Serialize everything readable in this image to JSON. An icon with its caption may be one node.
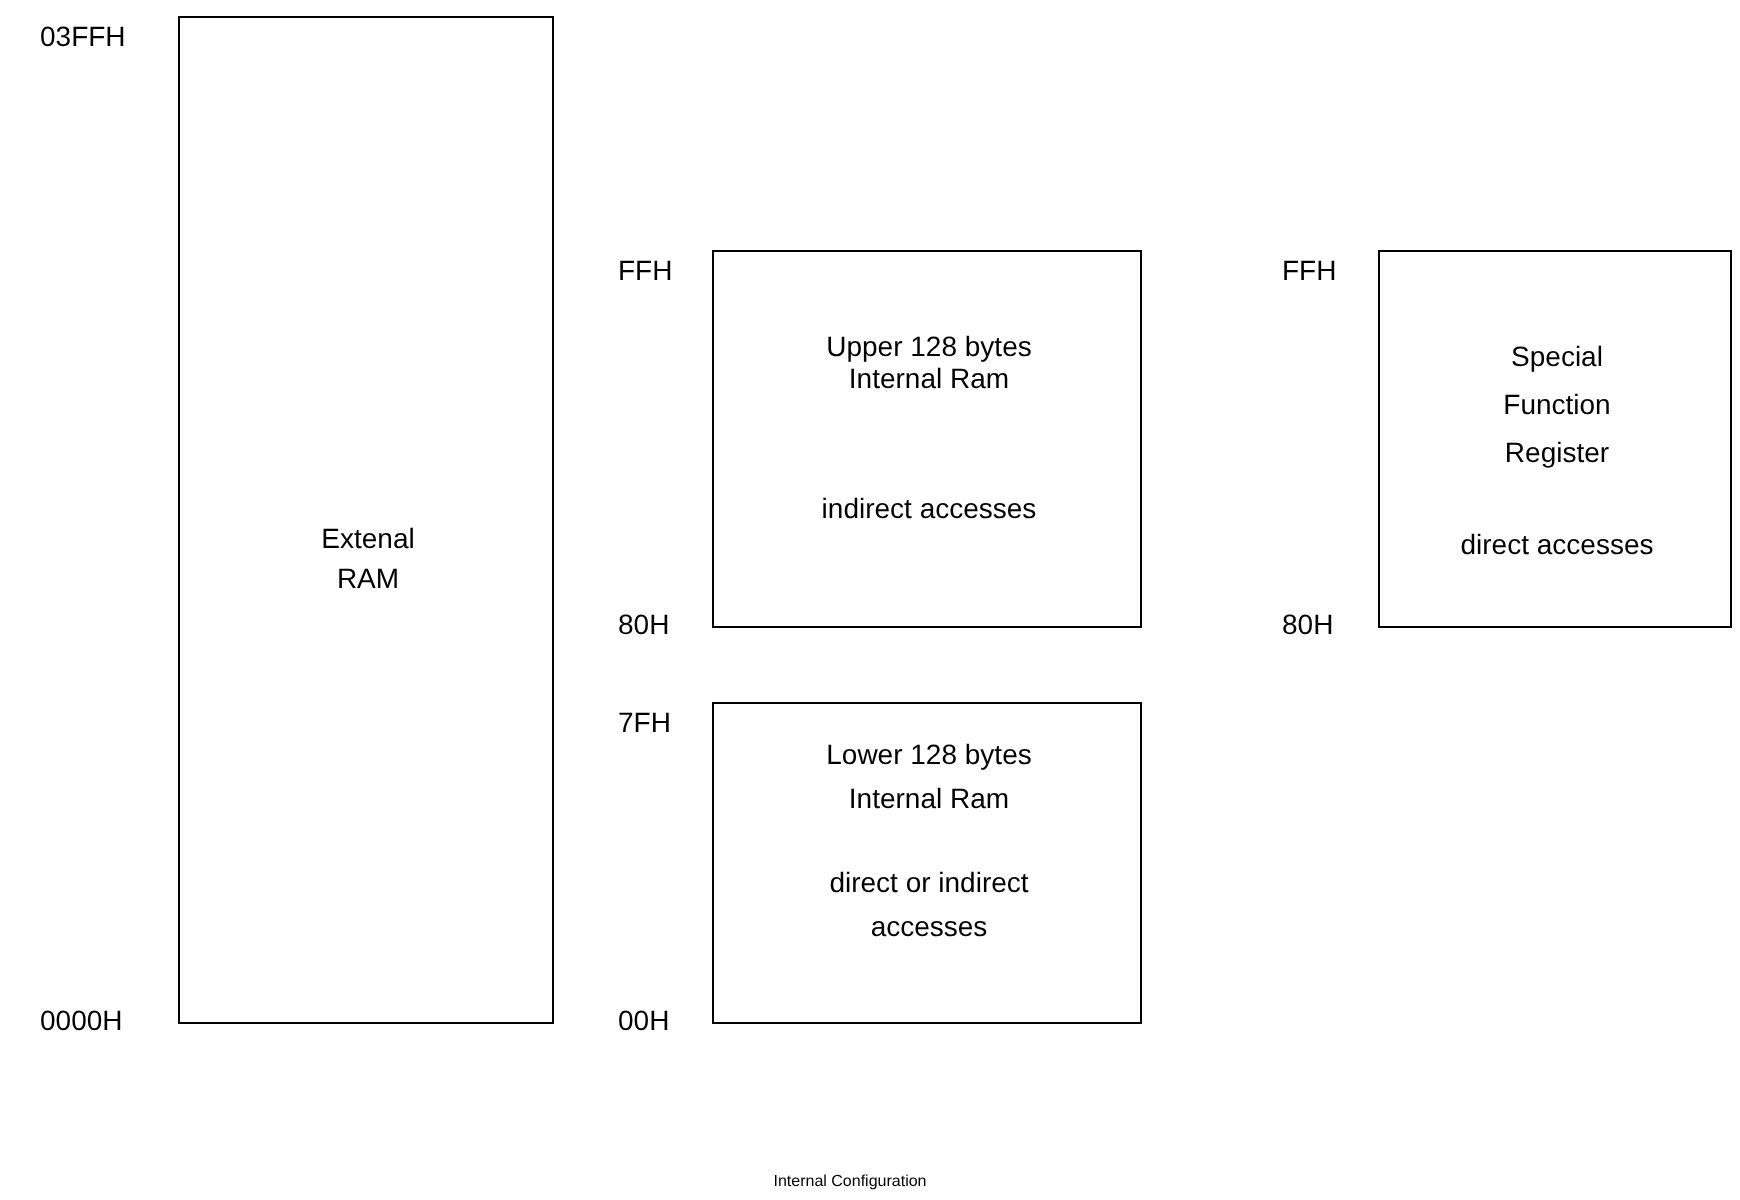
{
  "diagram": {
    "caption": "Internal Configuration",
    "nodes": [
      {
        "text": [
          "Extenal RAM"
        ],
        "beside": [
          "03FFH",
          "0000H"
        ]
      },
      {
        "text": [
          "Upper 128 bytes Internal Ram",
          "indirect accesses"
        ],
        "beside": [
          "FFH",
          "80H"
        ]
      },
      {
        "text": [
          "Lower 128 bytes Internal Ram",
          "direct or indirect accesses"
        ],
        "beside": [
          "7FH",
          "00H"
        ]
      },
      {
        "text": [
          "Special Function Register",
          "direct accesses"
        ],
        "beside": [
          "FFH",
          "80H"
        ]
      }
    ]
  }
}
